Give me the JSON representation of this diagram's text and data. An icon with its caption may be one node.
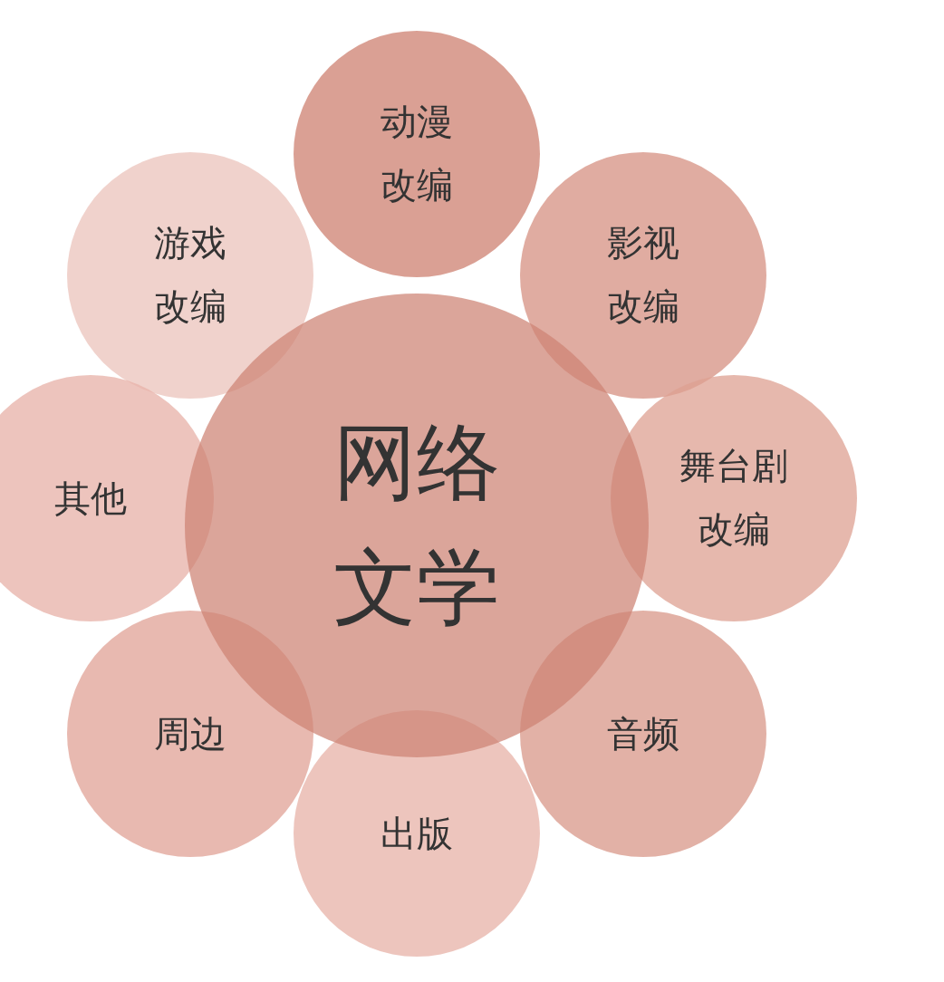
{
  "diagram": {
    "nodes": [
      {
        "text": [
          "网络文学"
        ]
      },
      {
        "text": [
          "动漫改编"
        ]
      },
      {
        "text": [
          "游戏改编"
        ]
      },
      {
        "text": [
          "影视改编"
        ]
      },
      {
        "text": [
          "其他"
        ]
      },
      {
        "text": [
          "舞台剧改编"
        ]
      },
      {
        "text": [
          "周边"
        ]
      },
      {
        "text": [
          "音频"
        ]
      },
      {
        "text": [
          "出版"
        ]
      }
    ]
  }
}
